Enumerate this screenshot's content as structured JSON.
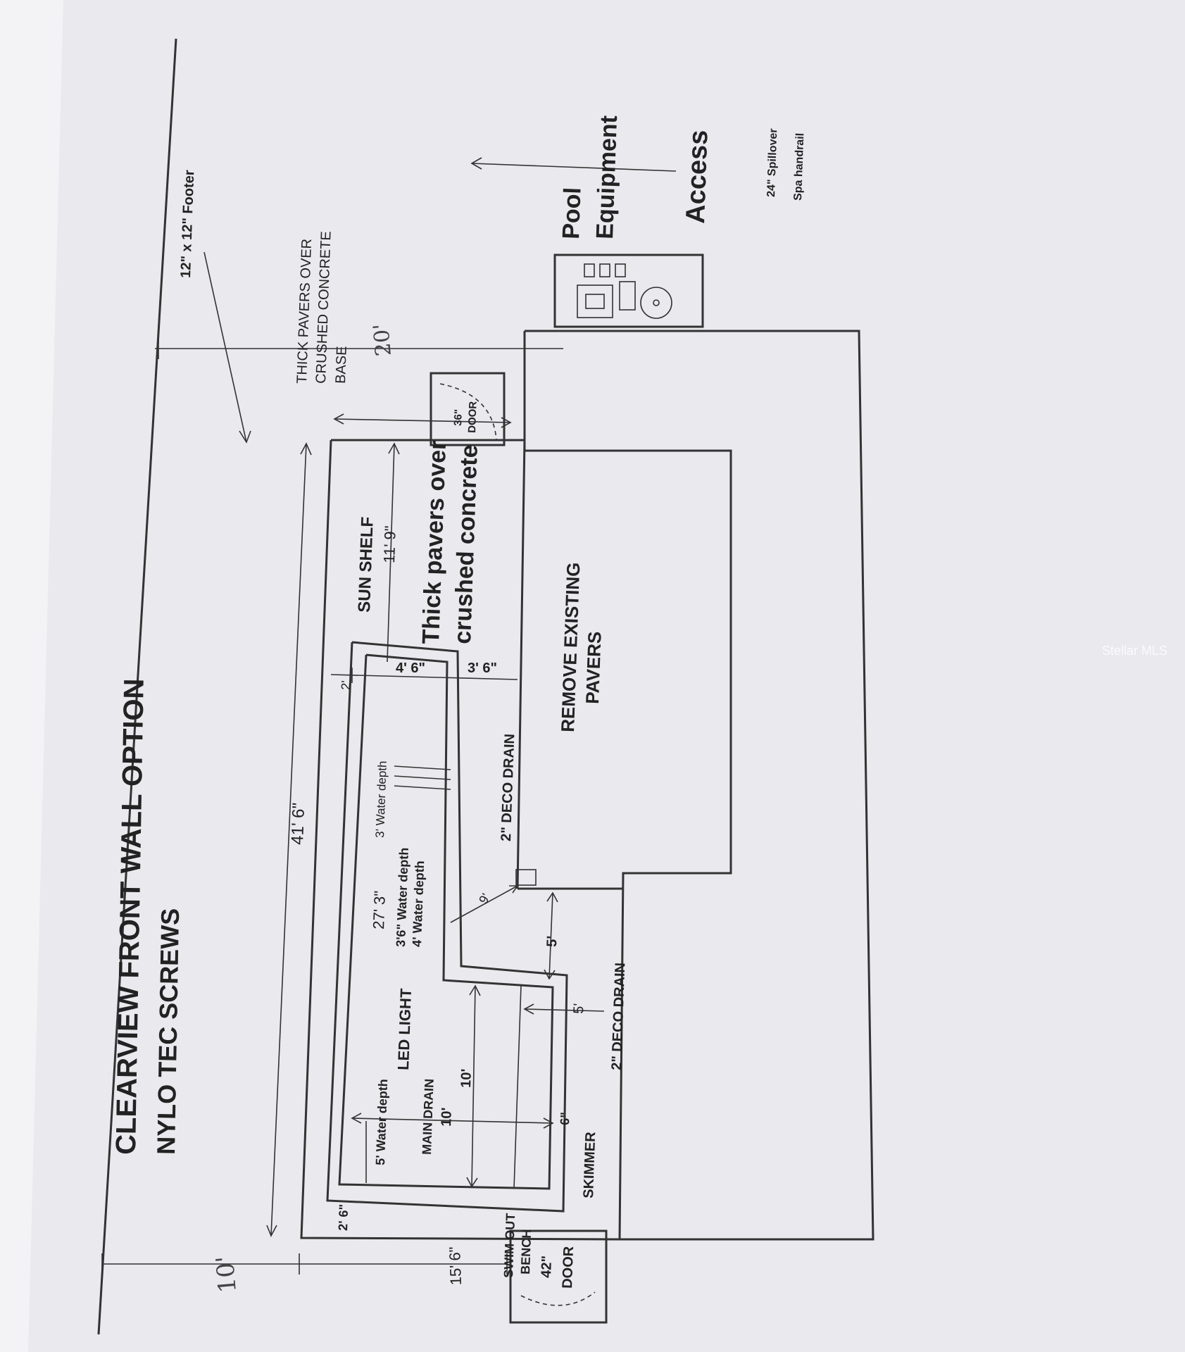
{
  "title": {
    "line1": "CLEARVIEW FRONT WALL OPTION",
    "line2": "NYLO TEC SCREWS"
  },
  "labels": {
    "footer": "12\" x 12\"  Footer",
    "pavers_crushed_1": "THICK PAVERS OVER",
    "pavers_crushed_2": "CRUSHED CONCRETE",
    "pavers_crushed_3": "BASE",
    "pool_equipment_1": "Pool",
    "pool_equipment_2": "Equipment",
    "access": "Access",
    "spillover": "24\" Spillover",
    "spa_handrail": "Spa handrail",
    "door_36": "36\"",
    "door_36_word": "DOOR",
    "sun_shelf": "SUN SHELF",
    "sun_shelf_dim": "11' 9\"",
    "thick_pavers_1": "Thick pavers over",
    "thick_pavers_2": "crushed concrete",
    "remove_1": "REMOVE EXISTING",
    "remove_2": "PAVERS",
    "overall_length": "41' 6\"",
    "dim_4_6": "4' 6\"",
    "dim_3_6": "3' 6\"",
    "dim_2_top": "2'",
    "deco_drain_1": "2\" DECO DRAIN",
    "water_depth_3": "3' Water depth",
    "water_depth_36": "3'6\" Water depth",
    "water_depth_4": "4' Water depth",
    "pool_length": "27' 3\"",
    "dim_9": "9'",
    "dim_5": "5'",
    "led_light": "LED LIGHT",
    "water_depth_5": "5' Water depth",
    "main_drain": "MAIN DRAIN",
    "dim_10a": "10'",
    "dim_10b": "10'",
    "dim_5b": "5'",
    "deco_drain_2": "2\" DECO DRAIN",
    "dim_6": "6\"",
    "skimmer": "SKIMMER",
    "dim_2_6": "2' 6\"",
    "swim_out": "SWIM OUT",
    "bench": "BENCH",
    "door_42": "42\"",
    "door_42_word": "DOOR",
    "width_15_6": "15' 6\"",
    "hand_10": "10'",
    "hand_20": "20'",
    "watermark": "Stellar MLS"
  }
}
